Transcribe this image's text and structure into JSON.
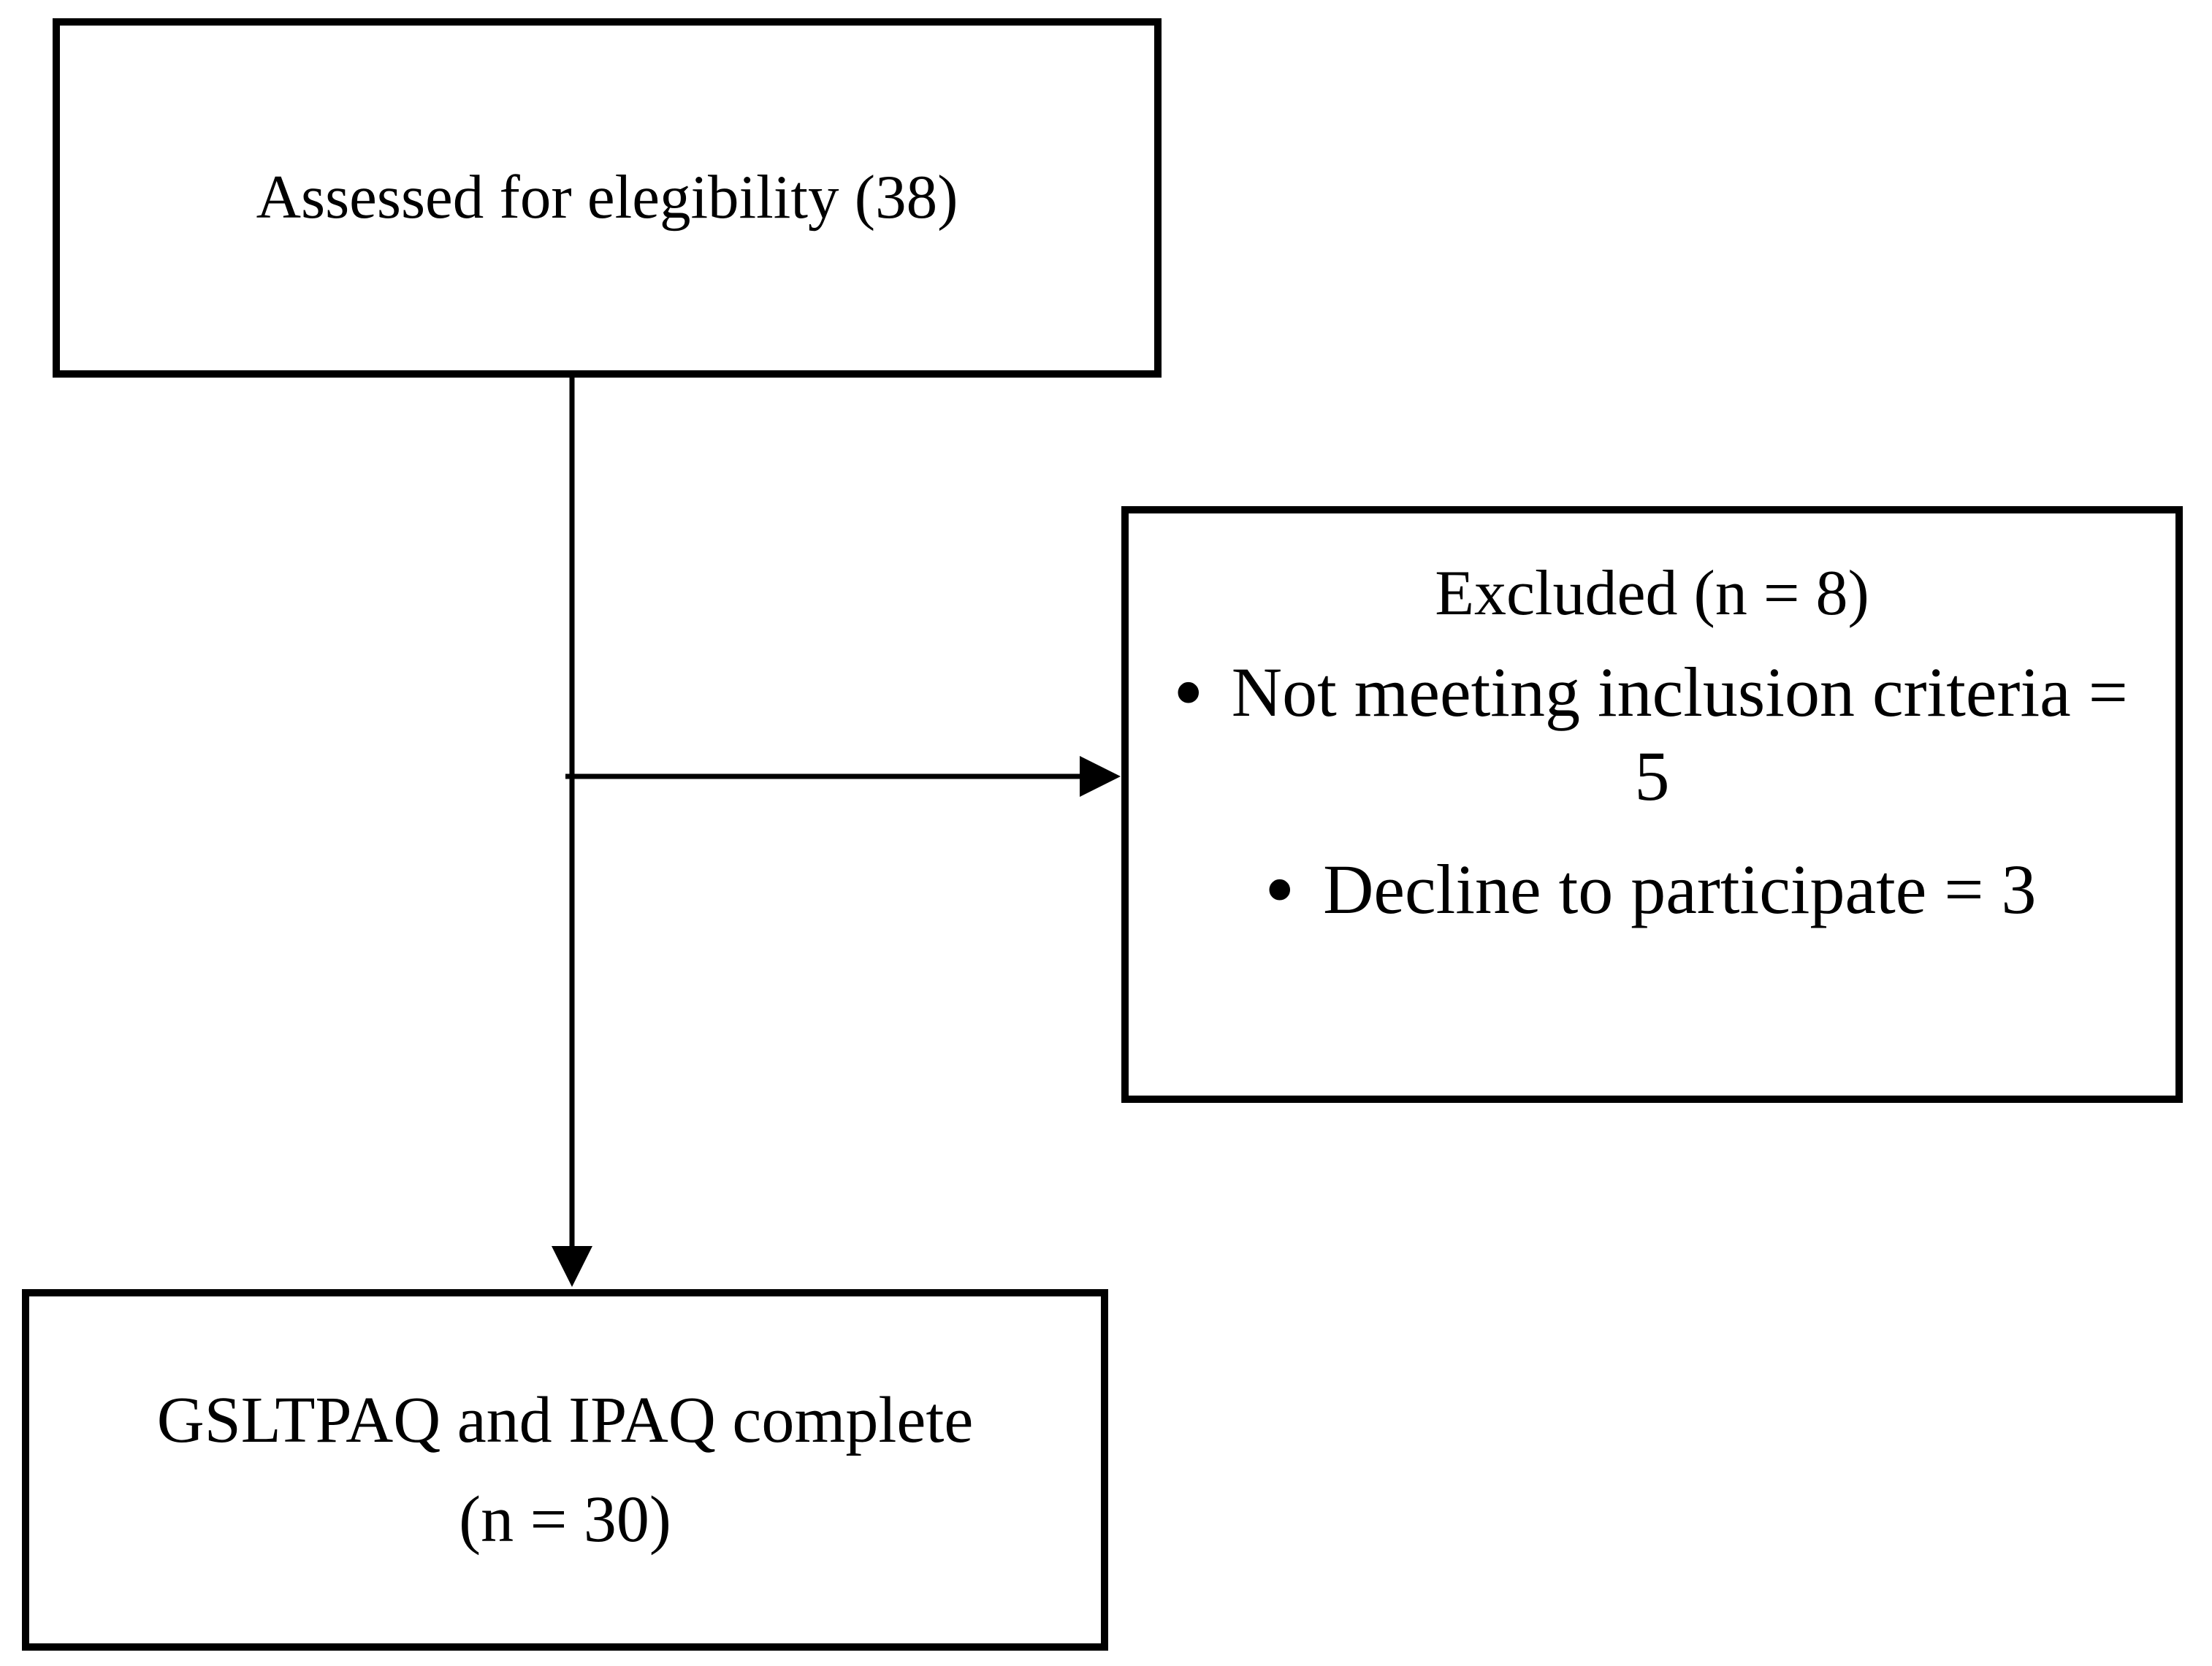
{
  "diagram": {
    "type": "participant-flow-chart",
    "colors": {
      "background": "#ffffff",
      "border": "#000000",
      "text": "#000000",
      "arrow": "#000000"
    },
    "nodes": {
      "assessed": {
        "label": "Assessed for elegibility (38)"
      },
      "excluded": {
        "title": "Excluded (n = 8)",
        "bullet_char": "•",
        "items": [
          {
            "text": "Not meeting inclusion criteria = 5"
          },
          {
            "text": "Decline to participate = 3"
          }
        ]
      },
      "complete": {
        "line1": "GSLTPAQ and IPAQ complete",
        "line2": "(n = 30)"
      }
    },
    "arrows": [
      {
        "name": "assessed-to-complete",
        "direction": "down"
      },
      {
        "name": "assessed-to-excluded",
        "direction": "right"
      }
    ]
  }
}
